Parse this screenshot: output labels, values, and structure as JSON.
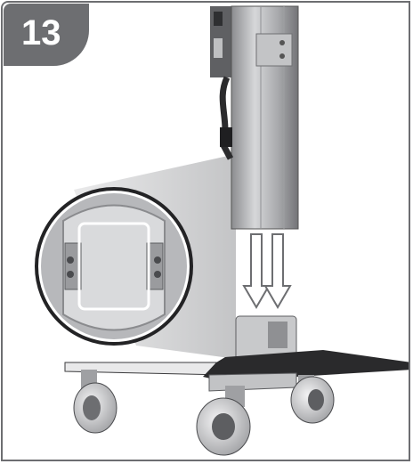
{
  "step": {
    "number": "13"
  },
  "colors": {
    "frame": "#6d6e71",
    "badge": "#6d6e71",
    "badge_text": "#ffffff",
    "metal_dark": "#7a7b7e",
    "metal_light": "#c9cacc",
    "base_dark": "#2a2a2c",
    "wheel": "#d8d8da"
  },
  "illustration": {
    "column": "column-assembly",
    "arrows": "down-arrows",
    "detail": "magnified-detail",
    "base": "cart-base-with-casters"
  }
}
